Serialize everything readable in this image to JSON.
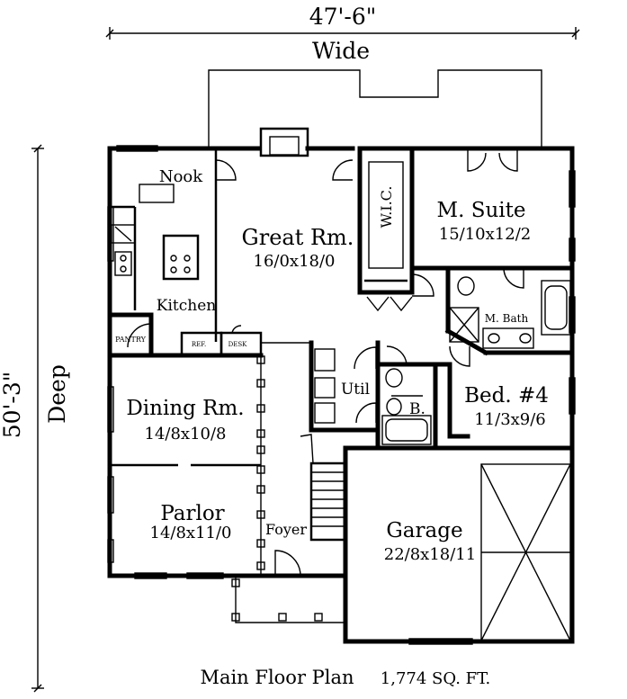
{
  "dimensions": {
    "width_value": "47'-6\"",
    "width_label": "Wide",
    "depth_value": "50'-3\"",
    "depth_label": "Deep"
  },
  "rooms": {
    "nook": "Nook",
    "kitchen": "Kitchen",
    "pantry": "PANTRY",
    "ref": "REF.",
    "desk": "DESK",
    "great_room_name": "Great Rm.",
    "great_room_size": "16/0x18/0",
    "wic": "W.I.C.",
    "master_suite_name": "M. Suite",
    "master_suite_size": "15/10x12/2",
    "master_bath": "M. Bath",
    "util": "Util",
    "bath": "B.",
    "bed4_name": "Bed. #4",
    "bed4_size": "11/3x9/6",
    "dining_name": "Dining Rm.",
    "dining_size": "14/8x10/8",
    "parlor_name": "Parlor",
    "parlor_size": "14/8x11/0",
    "foyer": "Foyer",
    "garage_name": "Garage",
    "garage_size": "22/8x18/11"
  },
  "footer": {
    "title": "Main Floor Plan",
    "area": "1,774 SQ. FT."
  }
}
